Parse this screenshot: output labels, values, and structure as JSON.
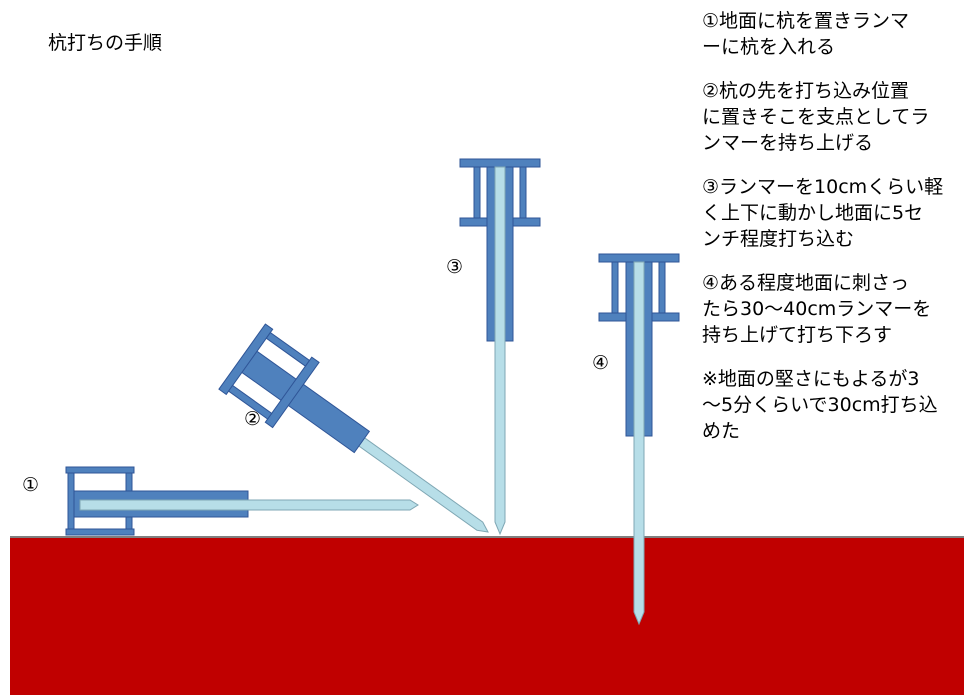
{
  "title": "杭打ちの手順",
  "steps": [
    "①地面に杭を置きランマ\nーに杭を入れる",
    "②杭の先を打ち込み位置\nに置きそこを支点としてラ\nンマーを持ち上げる",
    "③ランマーを10cmくらい軽\nく上下に動かし地面に5セ\nンチ程度打ち込む",
    "④ある程度地面に刺さっ\nたら30〜40cmランマーを\n持ち上げて打ち下ろす",
    "※地面の堅さにもよるが3\n〜5分くらいで30cm打ち込\nめた"
  ],
  "figure_labels": [
    "①",
    "②",
    "③",
    "④"
  ],
  "colors": {
    "ground": "#c00000",
    "rammer": "#4f81bd",
    "rammer_edge": "#2f5597",
    "stake": "#b7dee8",
    "stake_edge": "#7fa7b4"
  }
}
